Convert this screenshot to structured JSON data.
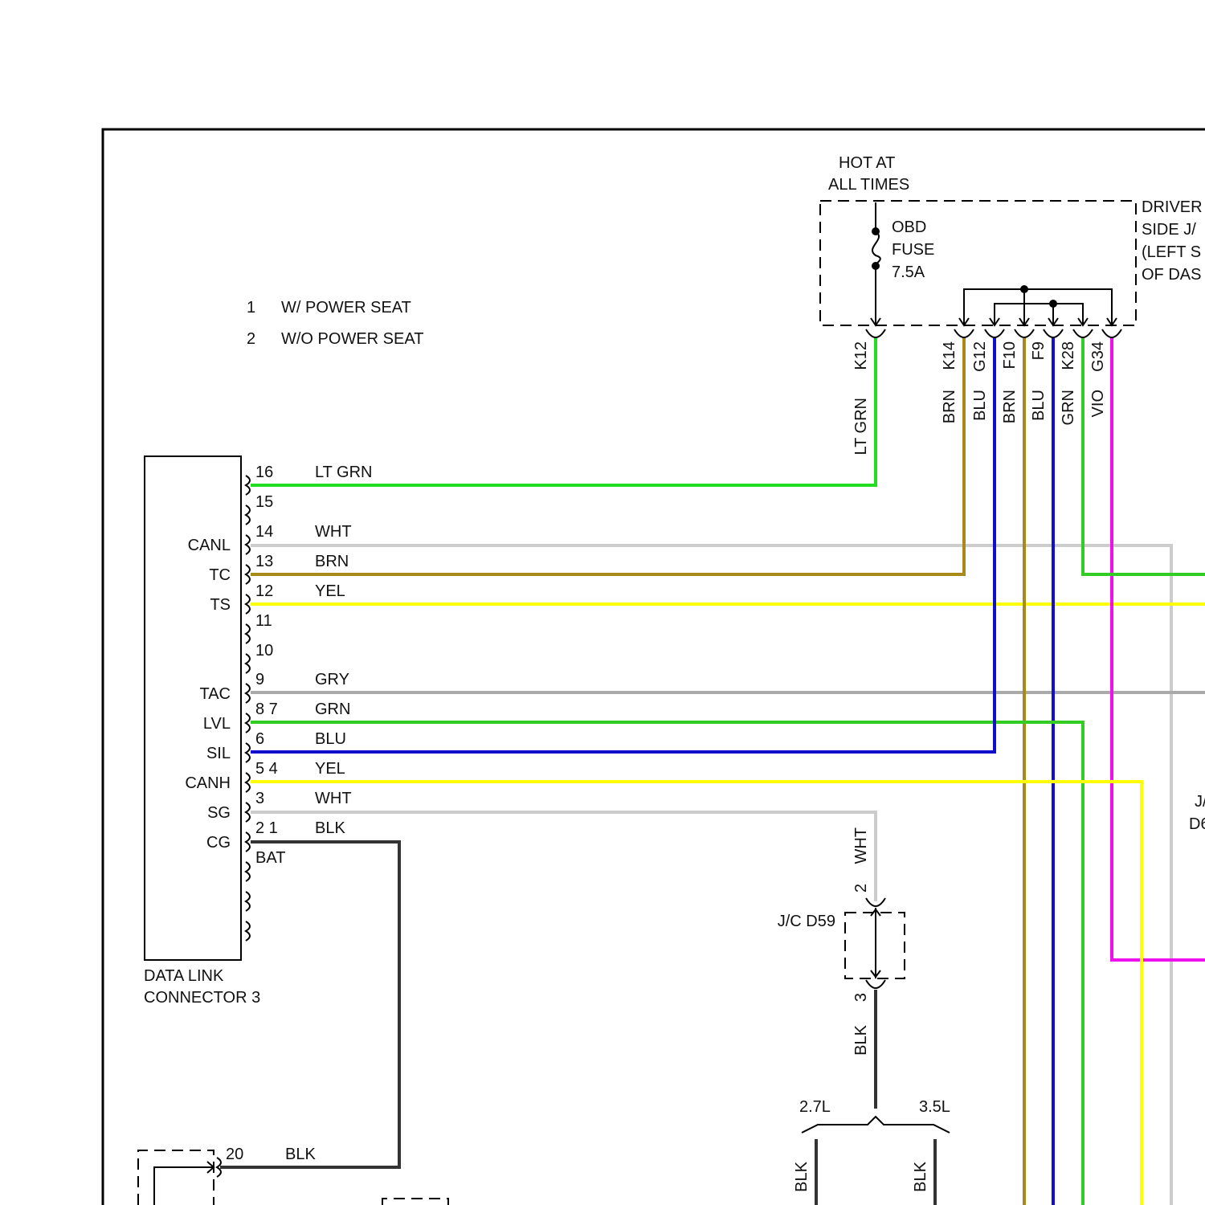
{
  "legend": [
    {
      "num": "1",
      "text": "W/ POWER SEAT"
    },
    {
      "num": "2",
      "text": "W/O POWER SEAT"
    }
  ],
  "hot_label": [
    "HOT AT",
    "ALL TIMES"
  ],
  "fuse_label": [
    "OBD",
    "FUSE",
    "7.5A"
  ],
  "junction_box_label": [
    "DRIVER",
    "SIDE J/",
    "(LEFT S",
    "OF DAS"
  ],
  "dlc": {
    "label": [
      "DATA LINK",
      "CONNECTOR 3"
    ],
    "signals": [
      "CANL",
      "TC",
      "TS",
      "TAC",
      "LVL",
      "SIL",
      "CANH",
      "SG",
      "CG"
    ],
    "pins": [
      "16",
      "15",
      "14",
      "13",
      "12",
      "11",
      "10",
      "9",
      "8 7",
      "6",
      "5 4",
      "3",
      "2 1",
      "BAT"
    ],
    "wire_colors": [
      "LT GRN",
      "WHT",
      "BRN",
      "YEL",
      "GRY",
      "GRN",
      "BLU",
      "YEL",
      "WHT",
      "BLK"
    ]
  },
  "junction_terminals": [
    {
      "pin": "K12",
      "color": "LT GRN"
    },
    {
      "pin": "K14",
      "color": "BRN"
    },
    {
      "pin": "G12",
      "color": "BLU"
    },
    {
      "pin": "F10",
      "color": "BRN"
    },
    {
      "pin": "F9",
      "color": "BLU"
    },
    {
      "pin": "K28",
      "color": "GRN"
    },
    {
      "pin": "G34",
      "color": "VIO"
    }
  ],
  "jc_d59": {
    "label": "J/C D59",
    "pin_top": "2",
    "pin_bottom": "3",
    "wire_top": "WHT",
    "wire_bottom": "BLK"
  },
  "engine_variants": [
    "2.7L",
    "3.5L"
  ],
  "variant_wires": [
    "BLK",
    "BLK"
  ],
  "bottom_connector": {
    "pin": "20",
    "wire": "BLK"
  },
  "right_edge_fragment": [
    "J/",
    "D6"
  ],
  "colors": {
    "lt_grn": "#22dd22",
    "grn": "#33cc22",
    "wht": "#cccccc",
    "brn": "#a88a18",
    "yel": "#ffff00",
    "gry": "#aaaaaa",
    "blu": "#1010cc",
    "blk": "#333333",
    "vio": "#ee11ee"
  }
}
